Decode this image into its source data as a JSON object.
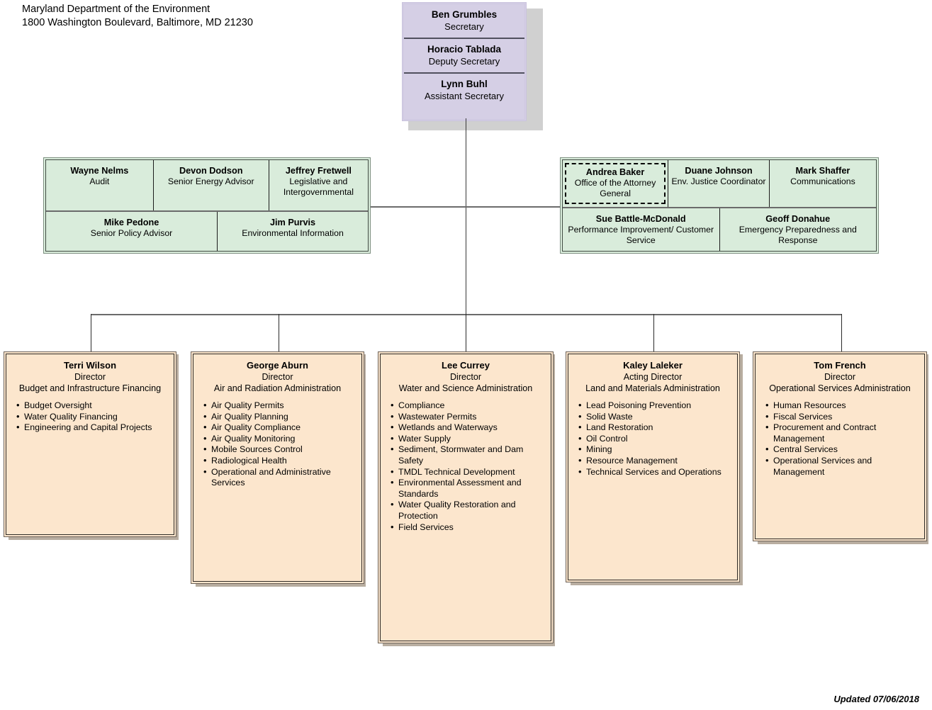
{
  "header": {
    "line1": "Maryland Department of the Environment",
    "line2": "1800 Washington Boulevard, Baltimore, MD 21230"
  },
  "colors": {
    "executive_fill": "#d5cfe5",
    "executive_shadow": "#d0d0d0",
    "staff_fill": "#d9ecdb",
    "division_fill": "#fce6cd",
    "division_shadow": "#b8ada0",
    "connector": "#6b6b6b"
  },
  "executive": {
    "rows": [
      {
        "name": "Ben Grumbles",
        "title": "Secretary"
      },
      {
        "name": "Horacio Tablada",
        "title": "Deputy Secretary"
      },
      {
        "name": "Lynn Buhl",
        "title": "Assistant Secretary"
      }
    ]
  },
  "staff_left": {
    "top_row": [
      {
        "name": "Wayne Nelms",
        "title": "Audit"
      },
      {
        "name": "Devon Dodson",
        "title": "Senior Energy Advisor"
      },
      {
        "name": "Jeffrey Fretwell",
        "title": "Legislative and Intergovernmental"
      }
    ],
    "bottom_row": [
      {
        "name": "Mike Pedone",
        "title": "Senior Policy Advisor"
      },
      {
        "name": "Jim Purvis",
        "title": "Environmental Information"
      }
    ]
  },
  "staff_right": {
    "top_row": [
      {
        "name": "Andrea Baker",
        "title": "Office of the Attorney General",
        "dashed": true
      },
      {
        "name": "Duane Johnson",
        "title": "Env. Justice Coordinator"
      },
      {
        "name": "Mark Shaffer",
        "title": "Communications"
      }
    ],
    "bottom_row": [
      {
        "name": "Sue Battle-McDonald",
        "title": "Performance Improvement/ Customer Service"
      },
      {
        "name": "Geoff Donahue",
        "title": "Emergency Preparedness and Response"
      }
    ]
  },
  "divisions": [
    {
      "name": "Terri Wilson",
      "role": "Director",
      "administration": "Budget and Infrastructure Financing",
      "units": [
        "Budget Oversight",
        "Water Quality Financing",
        "Engineering and Capital Projects"
      ]
    },
    {
      "name": "George Aburn",
      "role": "Director",
      "administration": "Air and Radiation Administration",
      "units": [
        "Air Quality Permits",
        "Air Quality Planning",
        "Air Quality Compliance",
        "Air Quality Monitoring",
        "Mobile Sources Control",
        "Radiological Health",
        "Operational and Administrative Services"
      ]
    },
    {
      "name": "Lee Currey",
      "role": "Director",
      "administration": "Water and Science Administration",
      "units": [
        "Compliance",
        "Wastewater Permits",
        "Wetlands and Waterways",
        "Water Supply",
        "Sediment, Stormwater and Dam Safety",
        "TMDL Technical Development",
        "Environmental Assessment and Standards",
        "Water Quality Restoration and Protection",
        "Field Services"
      ]
    },
    {
      "name": "Kaley Laleker",
      "role": "Acting Director",
      "administration": "Land and Materials Administration",
      "units": [
        "Lead Poisoning Prevention",
        "Solid Waste",
        "Land Restoration",
        "Oil Control",
        "Mining",
        "Resource Management",
        "Technical Services and Operations"
      ]
    },
    {
      "name": "Tom French",
      "role": "Director",
      "administration": "Operational Services Administration",
      "units": [
        "Human Resources",
        "Fiscal Services",
        "Procurement and Contract Management",
        "Central Services",
        "Operational Services and Management"
      ]
    }
  ],
  "footer": {
    "updated": "Updated 07/06/2018"
  }
}
